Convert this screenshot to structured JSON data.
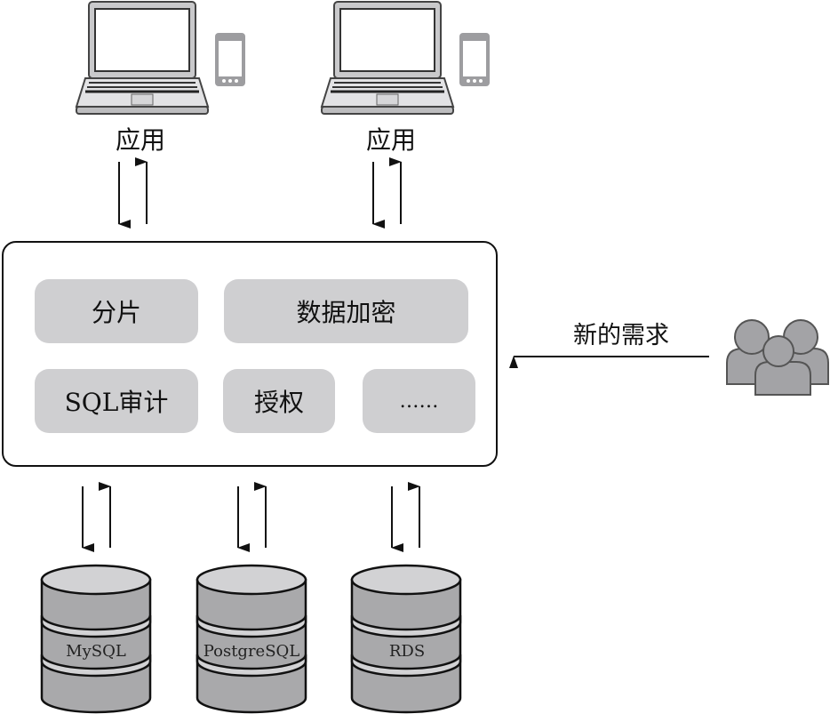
{
  "title": "数据库中间件功能扩展示意图",
  "apps": [
    {
      "label": "应用",
      "icon": "laptop-icon",
      "secondary_icon": "smartphone-icon"
    },
    {
      "label": "应用",
      "icon": "laptop-icon",
      "secondary_icon": "smartphone-icon"
    }
  ],
  "middleware": {
    "features": [
      {
        "label": "分片"
      },
      {
        "label": "数据加密"
      },
      {
        "label": "SQL审计"
      },
      {
        "label": "授权"
      },
      {
        "label": "……"
      }
    ]
  },
  "new_requirements": {
    "label": "新的需求",
    "icon": "users-group-icon"
  },
  "databases": [
    {
      "label": "MySQL"
    },
    {
      "label": "PostgreSQL"
    },
    {
      "label": "RDS"
    }
  ],
  "colors": {
    "feature_fill": "#cfcfd1",
    "db_fill": "#a9a9ab",
    "db_top": "#d2d2d4",
    "icon_fill": "#a3a3a6",
    "stroke": "#111111"
  }
}
